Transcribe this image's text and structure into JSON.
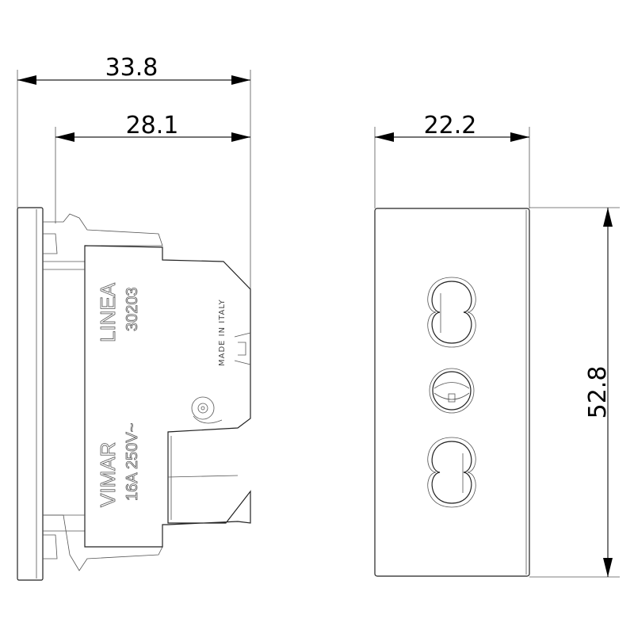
{
  "dimensions": {
    "overall_depth": "33.8",
    "body_depth": "28.1",
    "width": "22.2",
    "height": "52.8"
  },
  "markings": {
    "series": "LINEA",
    "code": "30203",
    "brand": "VIMAR",
    "rating": "16A 250V~",
    "origin": "MADE IN ITALY"
  },
  "icons": {
    "certification": "imq-mark-icon",
    "sockets": [
      "bipasso-socket-icon",
      "earth-contact-icon",
      "bipasso-socket-icon"
    ]
  }
}
